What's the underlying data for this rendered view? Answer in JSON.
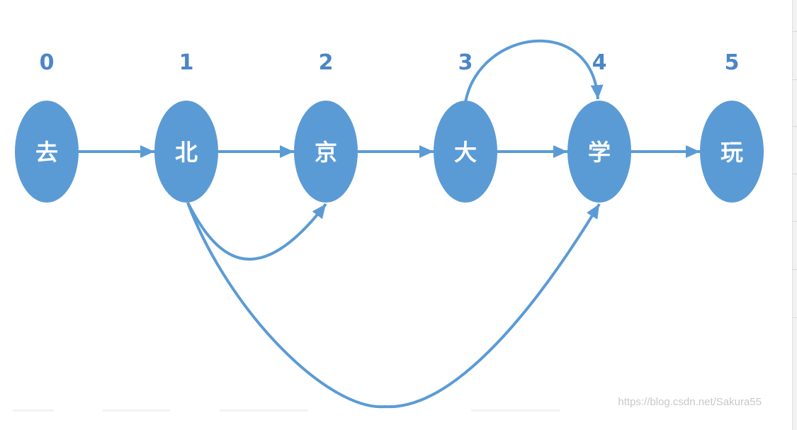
{
  "diagram": {
    "colors": {
      "node_fill": "#5b9bd5",
      "edge": "#5b9bd5",
      "index_label": "#4a86c8",
      "node_text": "#ffffff",
      "watermark": "#c8c8c8"
    },
    "nodes": [
      {
        "index": "0",
        "char": "去"
      },
      {
        "index": "1",
        "char": "北"
      },
      {
        "index": "2",
        "char": "京"
      },
      {
        "index": "3",
        "char": "大"
      },
      {
        "index": "4",
        "char": "学"
      },
      {
        "index": "5",
        "char": "玩"
      }
    ],
    "edges": [
      {
        "from": 0,
        "to": 1,
        "kind": "straight"
      },
      {
        "from": 1,
        "to": 2,
        "kind": "straight"
      },
      {
        "from": 2,
        "to": 3,
        "kind": "straight"
      },
      {
        "from": 3,
        "to": 4,
        "kind": "straight"
      },
      {
        "from": 4,
        "to": 5,
        "kind": "straight"
      },
      {
        "from": 3,
        "to": 4,
        "kind": "arc-over"
      },
      {
        "from": 1,
        "to": 2,
        "kind": "arc-under"
      },
      {
        "from": 1,
        "to": 4,
        "kind": "arc-under-long"
      }
    ],
    "watermark": "https://blog.csdn.net/Sakura55"
  }
}
